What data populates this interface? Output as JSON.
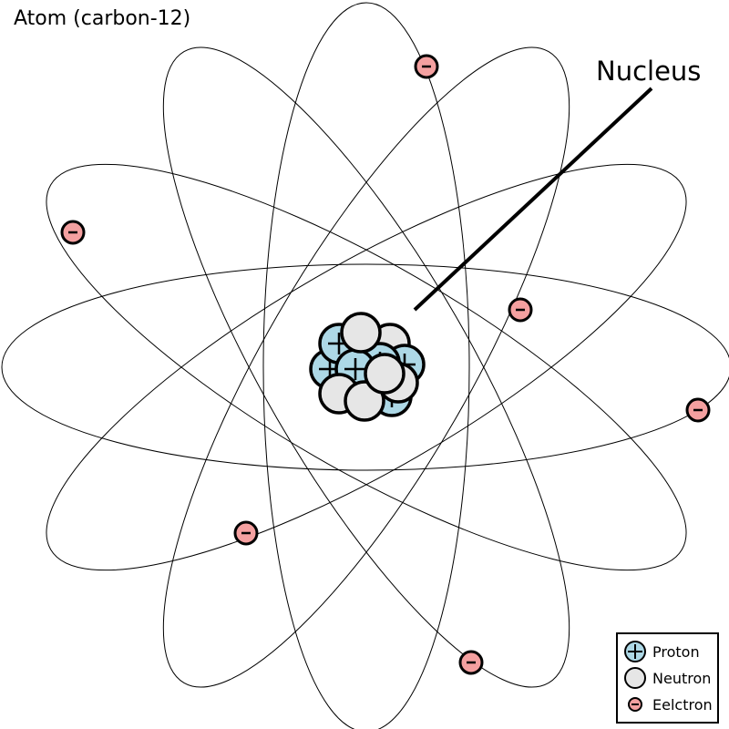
{
  "title": "Atom (carbon-12)",
  "nucleus_label": "Nucleus",
  "legend": {
    "proton": "Proton",
    "neutron": "Neutron",
    "electron": "Eelctron"
  },
  "colors": {
    "proton": "#add8e6",
    "neutron": "#e6e6e6",
    "electron": "#f4a0a0"
  }
}
